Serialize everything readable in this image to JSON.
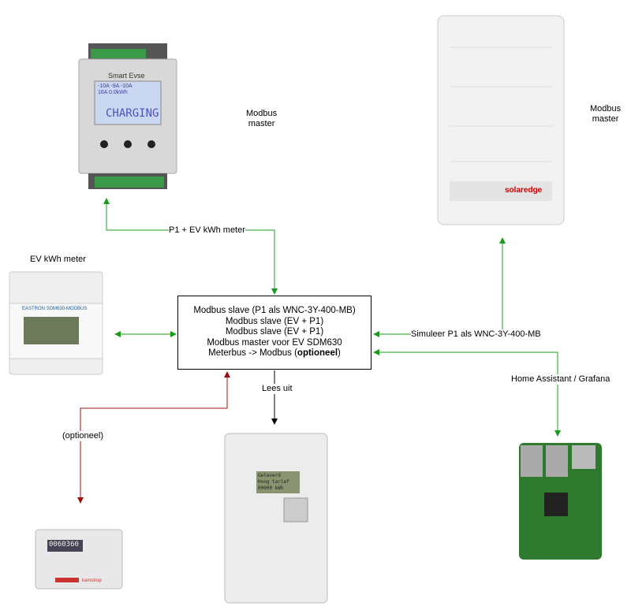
{
  "labels": {
    "evse_role": [
      "Modbus",
      "master"
    ],
    "inverter_role": [
      "Modbus",
      "master"
    ],
    "ev_meter": "EV kWh meter",
    "p1_ev": "P1 + EV kWh meter",
    "simulate": "Simuleer P1 als WNC-3Y-400-MB",
    "home_assistant": "Home Assistant / Grafana",
    "optional": "(optioneel)",
    "read": "Lees uit"
  },
  "hub": {
    "lines": [
      "Modbus slave (P1 als WNC-3Y-400-MB)",
      "Modbus slave (EV + P1)",
      "Modbus slave (EV + P1)",
      "Modbus master voor EV SDM630"
    ],
    "last_prefix": "Meterbus -> Modbus (",
    "last_bold": "optioneel",
    "last_suffix": ")"
  },
  "devices": {
    "evse": {
      "brand": "Smart Evse",
      "display": "CHARGING",
      "readings": [
        "-10A",
        "-9A",
        "-10A",
        "16A",
        "0.0kWh"
      ]
    },
    "inverter": {
      "brand": "solaredge"
    },
    "ev_meter": {
      "brand": "EASTRON",
      "model": "SDM630-MODBUS"
    },
    "heat_meter": {
      "brand": "kamstrup",
      "reading": "0060360"
    },
    "smart_meter": {
      "display": [
        "Geleverd",
        "Hoog tarief",
        "00000 kWh"
      ]
    }
  },
  "colors": {
    "green": "#1a9c1a",
    "red": "#a01010",
    "black": "#000000"
  }
}
